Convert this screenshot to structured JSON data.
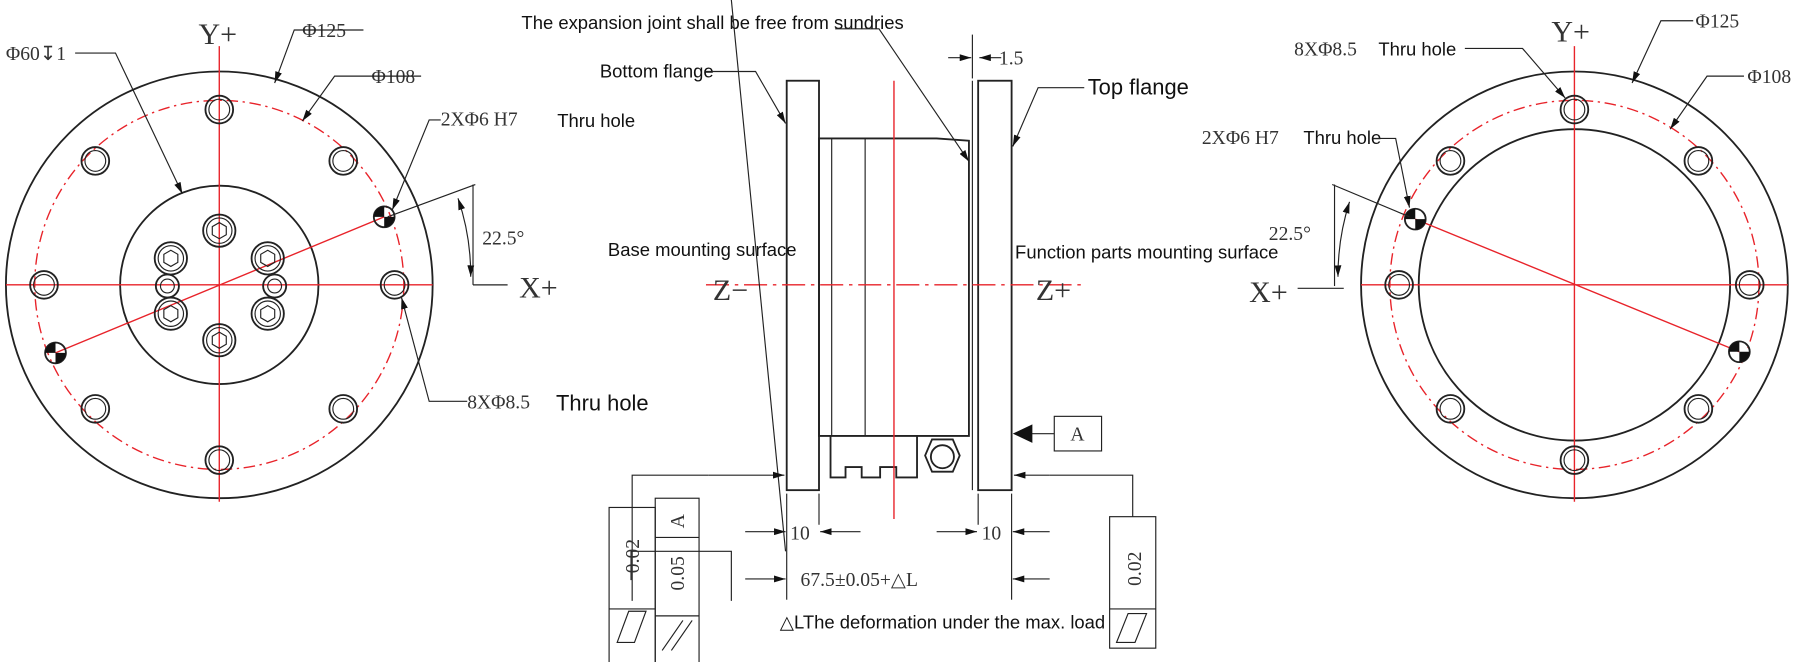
{
  "left_view": {
    "axis_y": "Y+",
    "axis_x": "X+",
    "dia_outer": "Φ125",
    "dia_bolt": "Φ108",
    "dia_boss": "Φ60↧1",
    "dowel_spec": "2XΦ6 H7",
    "dowel_label": "Thru hole",
    "angle": "22.5°",
    "bolt_spec": "8XΦ8.5",
    "bolt_label": "Thru hole"
  },
  "side_view": {
    "note_expansion": "The expansion joint shall be free from sundries",
    "gap": "1.5",
    "bottom_flange": "Bottom flange",
    "top_flange": "Top flange",
    "base_surface": "Base mounting surface",
    "function_surface": "Function parts mounting surface",
    "axis_zminus": "Z−",
    "axis_zplus": "Z+",
    "datum": "A",
    "thk_left": "10",
    "thk_right": "10",
    "length": "67.5±0.05+△L",
    "deformation_note": "△LThe deformation under the max. load",
    "fcf_left_flatness": "0.02",
    "fcf_left_parallel": "0.05",
    "fcf_left_datum": "A",
    "fcf_right_flatness": "0.02"
  },
  "right_view": {
    "axis_y": "Y+",
    "axis_x": "X+",
    "dia_outer": "Φ125",
    "dia_bolt": "Φ108",
    "bolt_spec": "8XΦ8.5",
    "bolt_label": "Thru hole",
    "dowel_spec": "2XΦ6 H7",
    "dowel_label": "Thru hole",
    "angle": "22.5°"
  }
}
